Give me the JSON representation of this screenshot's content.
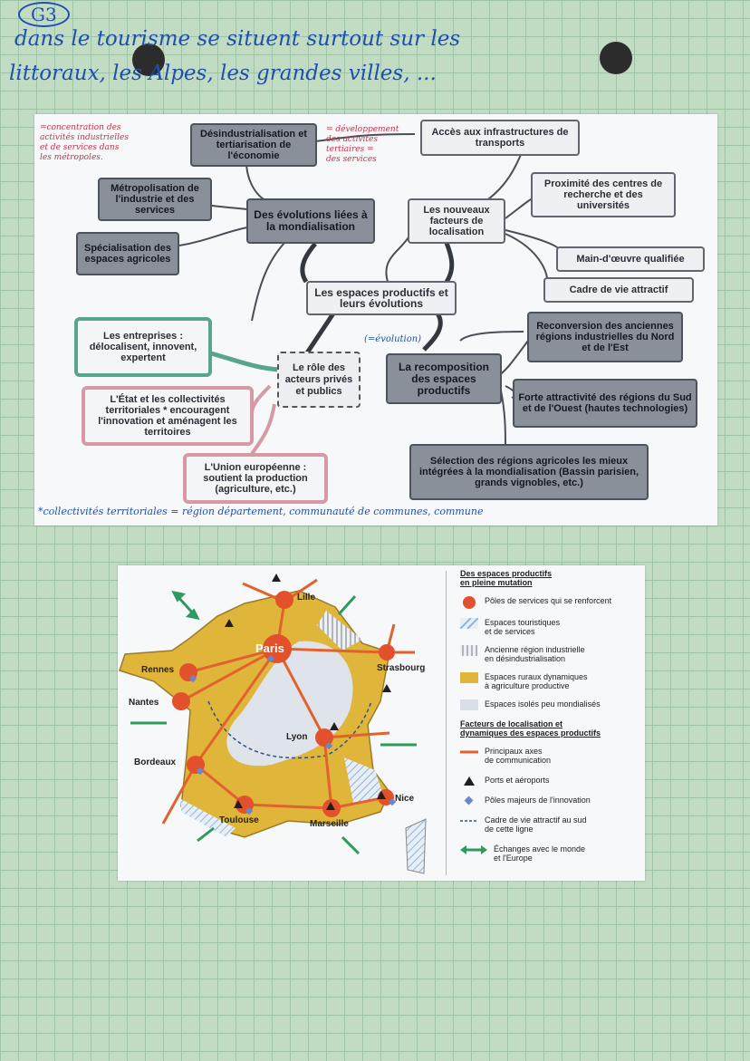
{
  "header": {
    "page_number": "G3",
    "line1": "dans le       tourisme se situent surtout       sur les",
    "line2": "littoraux,  les Alpes, les grandes villes, ..."
  },
  "mindmap": {
    "center": "Les espaces productifs et leurs évolutions",
    "evolutions": "Des évolutions liées à la mondialisation",
    "desindus": "Désindustrialisation et tertiarisation de l'économie",
    "metropol": "Métropolisation de l'industrie et des services",
    "specialisation": "Spécialisation des espaces agricoles",
    "facteurs": "Les nouveaux facteurs de localisation",
    "acces": "Accès aux infrastructures de transports",
    "proximite": "Proximité des centres de recherche et des universités",
    "main": "Main-d'œuvre qualifiée",
    "cadre": "Cadre de vie attractif",
    "role": "Le rôle des acteurs privés et publics",
    "entreprises": "Les entreprises : délocalisent, innovent, expertent",
    "etat": "L'État et les collectivités territoriales * encouragent l'innovation et aménagent les territoires",
    "ue": "L'Union européenne : soutient la production (agriculture, etc.)",
    "recomp": "La recomposition des espaces productifs",
    "reconversion": "Reconversion des anciennes régions industrielles du Nord et de l'Est",
    "forte": "Forte attractivité des régions du Sud et de l'Ouest (hautes technologies)",
    "selection": "Sélection des régions agricoles les mieux intégrées à la mondialisation (Bassin parisien, grands vignobles, etc.)"
  },
  "notes": {
    "concentration": [
      "=concentration des",
      "activités industrielles",
      "et de services dans",
      "les métropoles."
    ],
    "developpement": [
      "= développement",
      "des activités",
      "tertiaires =",
      "des services"
    ],
    "evolution": "(=évolution)",
    "footnote": "*collectivités territoriales = région département, communauté de communes, commune"
  },
  "map": {
    "cities": [
      "Lille",
      "Paris",
      "Rennes",
      "Strasbourg",
      "Nantes",
      "Lyon",
      "Bordeaux",
      "Toulouse",
      "Marseille",
      "Nice"
    ],
    "legend": {
      "title1": [
        "Des espaces productifs",
        "en pleine mutation"
      ],
      "items1": [
        {
          "label": [
            "Pôles de services qui se renforcent"
          ],
          "color": "#e2512b"
        },
        {
          "label": [
            "Espaces touristiques",
            "et de services"
          ],
          "color": "#8fb5d9"
        },
        {
          "label": [
            "Ancienne région industrielle",
            "en désindustrialisation"
          ],
          "color": "#9aa3ad"
        },
        {
          "label": [
            "Espaces ruraux dynamiques",
            "à agriculture productive"
          ],
          "color": "#e0b63a"
        },
        {
          "label": [
            "Espaces isolés peu mondialisés"
          ],
          "color": "#d9dde6"
        }
      ],
      "title2": [
        "Facteurs de localisation et",
        "dynamiques des espaces productifs"
      ],
      "items2": [
        {
          "label": [
            "Principaux axes",
            "de communication"
          ],
          "color": "#e2622f"
        },
        {
          "label": [
            "Ports et aéroports"
          ],
          "color": "#1f1f1f"
        },
        {
          "label": [
            "Pôles majeurs de l'innovation"
          ],
          "color": "#6b86c9"
        },
        {
          "label": [
            "Cadre de vie attractif au sud",
            "de cette ligne"
          ],
          "color": "#2e4f93"
        },
        {
          "label": [
            "Échanges avec le monde",
            "et l'Europe"
          ],
          "color": "#2e9a5d"
        }
      ]
    }
  }
}
